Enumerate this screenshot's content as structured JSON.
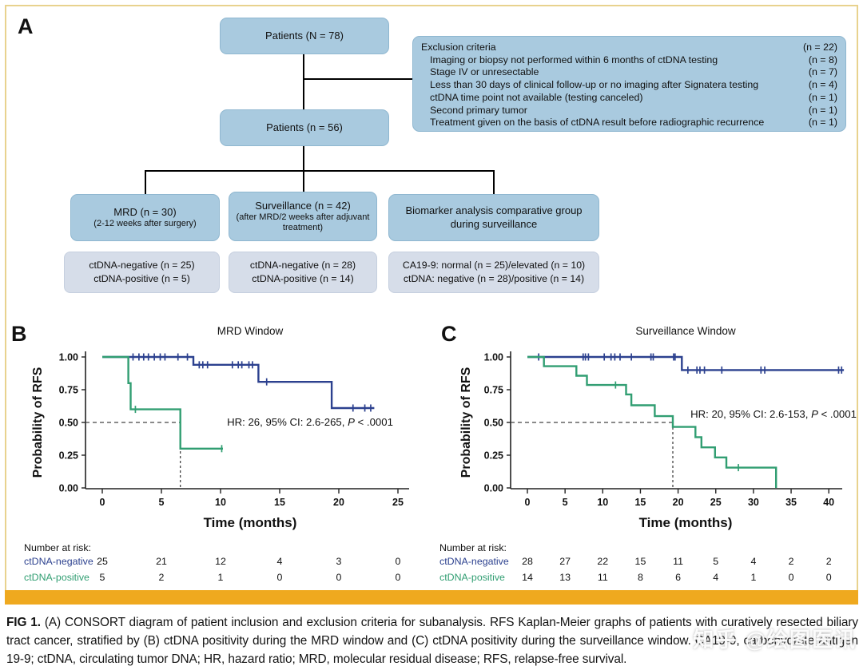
{
  "colors": {
    "box_fill": "#a9cadf",
    "box_border": "#8fb7d0",
    "subbox_fill": "#d6dde9",
    "line_blue": "#2c418f",
    "line_green": "#319e72",
    "orange_bar": "#efa91f",
    "frame_border": "#e8d28e",
    "axis": "#222222",
    "dashed": "#444444"
  },
  "panel_a": {
    "label": "A",
    "patients_top": "Patients (N = 78)",
    "patients_mid": "Patients (n = 56)",
    "exclusion": {
      "title": "Exclusion criteria",
      "title_n": "(n = 22)",
      "items": [
        {
          "text": "Imaging or biopsy not performed within 6 months of ctDNA testing",
          "n": "(n = 8)"
        },
        {
          "text": "Stage IV or unresectable",
          "n": "(n = 7)"
        },
        {
          "text": "Less than 30 days of clinical follow-up or no imaging after Signatera testing",
          "n": "(n = 4)"
        },
        {
          "text": "ctDNA time point not available (testing canceled)",
          "n": "(n = 1)"
        },
        {
          "text": "Second primary tumor",
          "n": "(n = 1)"
        },
        {
          "text": "Treatment given on the basis of ctDNA result before radiographic recurrence",
          "n": "(n = 1)"
        }
      ]
    },
    "mrd_box": {
      "line1": "MRD (n = 30)",
      "line2": "(2-12 weeks after surgery)"
    },
    "surveillance_box": {
      "line1": "Surveillance (n = 42)",
      "line2": "(after MRD/2 weeks after adjuvant treatment)"
    },
    "biomarker_box": {
      "line1": "Biomarker analysis comparative group",
      "line2": "during surveillance"
    },
    "mrd_sub": [
      "ctDNA-negative (n = 25)",
      "ctDNA-positive  (n = 5)"
    ],
    "surveillance_sub": [
      "ctDNA-negative (n = 28)",
      "ctDNA-positive (n = 14)"
    ],
    "biomarker_sub": [
      "CA19-9: normal (n = 25)/elevated (n = 10)",
      "ctDNA: negative (n = 28)/positive (n = 14)"
    ]
  },
  "chart_data": [
    {
      "type": "line",
      "subtype": "kaplan-meier-step",
      "panel_label": "B",
      "title": "MRD Window",
      "xlabel": "Time (months)",
      "ylabel": "Probability of RFS",
      "xlim": [
        0,
        25
      ],
      "xticks": [
        0,
        5,
        10,
        15,
        20,
        25
      ],
      "ylim": [
        0,
        1
      ],
      "yticks": [
        "0.00",
        "0.25",
        "0.50",
        "0.75",
        "1.00"
      ],
      "grid": false,
      "annotation": {
        "pre": "HR: 26, 95% CI: 2.6-265, ",
        "italic": "P",
        "post": " < .0001"
      },
      "median_x": 6.6,
      "risk_header": "Number at risk:",
      "series": [
        {
          "name": "ctDNA-negative",
          "color": "#2c418f",
          "steps": [
            [
              0,
              1.0
            ],
            [
              7.7,
              1.0
            ],
            [
              7.7,
              0.94
            ],
            [
              13.2,
              0.94
            ],
            [
              13.2,
              0.81
            ],
            [
              19.4,
              0.81
            ],
            [
              19.4,
              0.61
            ],
            [
              23.0,
              0.61
            ]
          ],
          "censors": [
            [
              2.6,
              1.0
            ],
            [
              3.1,
              1.0
            ],
            [
              3.5,
              1.0
            ],
            [
              3.9,
              1.0
            ],
            [
              4.4,
              1.0
            ],
            [
              4.9,
              1.0
            ],
            [
              5.3,
              1.0
            ],
            [
              6.4,
              1.0
            ],
            [
              7.2,
              1.0
            ],
            [
              8.2,
              0.94
            ],
            [
              8.5,
              0.94
            ],
            [
              8.9,
              0.94
            ],
            [
              11.0,
              0.94
            ],
            [
              11.5,
              0.94
            ],
            [
              11.8,
              0.94
            ],
            [
              12.4,
              0.94
            ],
            [
              12.7,
              0.94
            ],
            [
              13.9,
              0.81
            ],
            [
              21.2,
              0.61
            ],
            [
              22.2,
              0.61
            ],
            [
              22.7,
              0.61
            ]
          ],
          "at_risk": [
            25,
            21,
            12,
            4,
            3,
            0
          ]
        },
        {
          "name": "ctDNA-positive",
          "color": "#319e72",
          "steps": [
            [
              0,
              1.0
            ],
            [
              2.2,
              1.0
            ],
            [
              2.2,
              0.8
            ],
            [
              2.4,
              0.8
            ],
            [
              2.4,
              0.6
            ],
            [
              6.6,
              0.6
            ],
            [
              6.6,
              0.3
            ],
            [
              10.2,
              0.3
            ]
          ],
          "censors": [
            [
              2.8,
              0.6
            ],
            [
              10.1,
              0.3
            ]
          ],
          "at_risk": [
            5,
            2,
            1,
            0,
            0,
            0
          ]
        }
      ]
    },
    {
      "type": "line",
      "subtype": "kaplan-meier-step",
      "panel_label": "C",
      "title": "Surveillance Window",
      "xlabel": "Time (months)",
      "ylabel": "Probability of RFS",
      "xlim": [
        0,
        42
      ],
      "xticks": [
        0,
        5,
        10,
        15,
        20,
        25,
        30,
        35,
        40
      ],
      "ylim": [
        0,
        1
      ],
      "yticks": [
        "0.00",
        "0.25",
        "0.50",
        "0.75",
        "1.00"
      ],
      "grid": false,
      "annotation": {
        "pre": "HR: 20, 95% CI: 2.6-153, ",
        "italic": "P",
        "post": " < .0001"
      },
      "median_x": 19.3,
      "risk_header": "Number at risk:",
      "series": [
        {
          "name": "ctDNA-negative",
          "color": "#2c418f",
          "steps": [
            [
              0,
              1.0
            ],
            [
              20.5,
              1.0
            ],
            [
              20.5,
              0.9
            ],
            [
              42.0,
              0.9
            ]
          ],
          "censors": [
            [
              1.5,
              1.0
            ],
            [
              7.4,
              1.0
            ],
            [
              7.7,
              1.0
            ],
            [
              8.1,
              1.0
            ],
            [
              10.2,
              1.0
            ],
            [
              11.1,
              1.0
            ],
            [
              11.6,
              1.0
            ],
            [
              12.3,
              1.0
            ],
            [
              13.8,
              1.0
            ],
            [
              16.4,
              1.0
            ],
            [
              16.7,
              1.0
            ],
            [
              19.4,
              1.0
            ],
            [
              19.6,
              1.0
            ],
            [
              21.3,
              0.9
            ],
            [
              22.5,
              0.9
            ],
            [
              22.9,
              0.9
            ],
            [
              23.5,
              0.9
            ],
            [
              25.8,
              0.9
            ],
            [
              31.0,
              0.9
            ],
            [
              31.5,
              0.9
            ],
            [
              41.3,
              0.9
            ],
            [
              41.7,
              0.9
            ]
          ],
          "at_risk": [
            28,
            27,
            22,
            15,
            11,
            5,
            4,
            2,
            2
          ]
        },
        {
          "name": "ctDNA-positive",
          "color": "#319e72",
          "steps": [
            [
              0,
              1.0
            ],
            [
              2.2,
              1.0
            ],
            [
              2.2,
              0.929
            ],
            [
              6.5,
              0.929
            ],
            [
              6.5,
              0.857
            ],
            [
              7.9,
              0.857
            ],
            [
              7.9,
              0.786
            ],
            [
              13.1,
              0.786
            ],
            [
              13.1,
              0.714
            ],
            [
              13.8,
              0.714
            ],
            [
              13.8,
              0.631
            ],
            [
              16.9,
              0.631
            ],
            [
              16.9,
              0.548
            ],
            [
              19.3,
              0.548
            ],
            [
              19.3,
              0.466
            ],
            [
              22.3,
              0.466
            ],
            [
              22.3,
              0.388
            ],
            [
              23.1,
              0.388
            ],
            [
              23.1,
              0.31
            ],
            [
              24.9,
              0.31
            ],
            [
              24.9,
              0.233
            ],
            [
              26.4,
              0.233
            ],
            [
              26.4,
              0.155
            ],
            [
              33.0,
              0.155
            ],
            [
              33.0,
              0.0
            ]
          ],
          "censors": [
            [
              11.7,
              0.786
            ],
            [
              28.0,
              0.155
            ]
          ],
          "at_risk": [
            14,
            13,
            11,
            8,
            6,
            4,
            1,
            0,
            0
          ]
        }
      ]
    }
  ],
  "caption": {
    "fig_label": "FIG 1.",
    "text": " (A) CONSORT diagram of patient inclusion and exclusion criteria for subanalysis. RFS Kaplan-Meier graphs of patients with curatively resected biliary tract cancer, stratified by (B) ctDNA positivity during the MRD window and (C) ctDNA positivity during the surveillance window. CA19-9, carbohydrate antigen 19-9; ctDNA, circulating tumor DNA; HR, hazard ratio; MRD, molecular residual disease; RFS, relapse-free survival."
  },
  "watermark": "知乎 @绘图医讯"
}
